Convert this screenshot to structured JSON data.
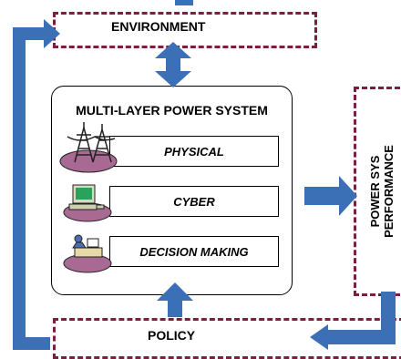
{
  "diagram": {
    "environment_label": "ENVIRONMENT",
    "system_title": "MULTI-LAYER POWER SYSTEM",
    "layers": [
      {
        "label": "PHYSICAL",
        "icon": "transmission-tower-icon"
      },
      {
        "label": "CYBER",
        "icon": "computer-icon"
      },
      {
        "label": "DECISION MAKING",
        "icon": "operator-icon"
      }
    ],
    "performance_label_line1": "POWER SYS",
    "performance_label_line2": "PERFORMANCE",
    "policy_label": "POLICY"
  },
  "colors": {
    "arrow_blue": "#3b6fb6",
    "dash_border": "#7a1f3d",
    "icon_ellipse": "#a86a92"
  }
}
